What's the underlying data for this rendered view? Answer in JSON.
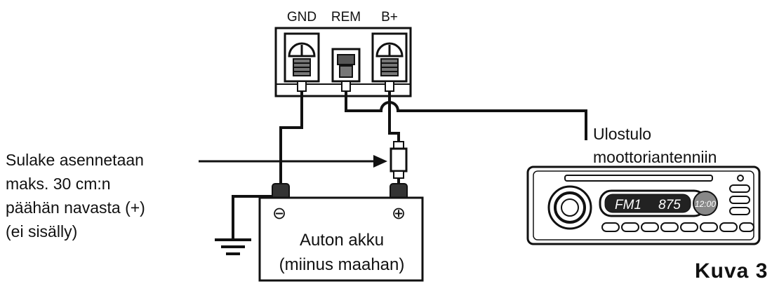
{
  "terminals": {
    "gnd": "GND",
    "rem": "REM",
    "bplus": "B+"
  },
  "fuse_note": {
    "line1": "Sulake asennetaan",
    "line2": "maks. 30 cm:n",
    "line3": "päähän navasta (+)",
    "line4": "(ei sisälly)"
  },
  "output_note": {
    "line1": "Ulostulo",
    "line2": "moottoriantenniin"
  },
  "battery": {
    "minus_symbol": "⊖",
    "plus_symbol": "⊕",
    "line1": "Auton akku",
    "line2": "(miinus maahan)"
  },
  "radio": {
    "band": "FM1",
    "frequency": "875",
    "clock": "12:00"
  },
  "figure_label": "Kuva 3",
  "icons": {
    "ground": "ground-symbol-icon",
    "fuse": "fuse-icon",
    "arrow": "arrow-right-icon"
  }
}
